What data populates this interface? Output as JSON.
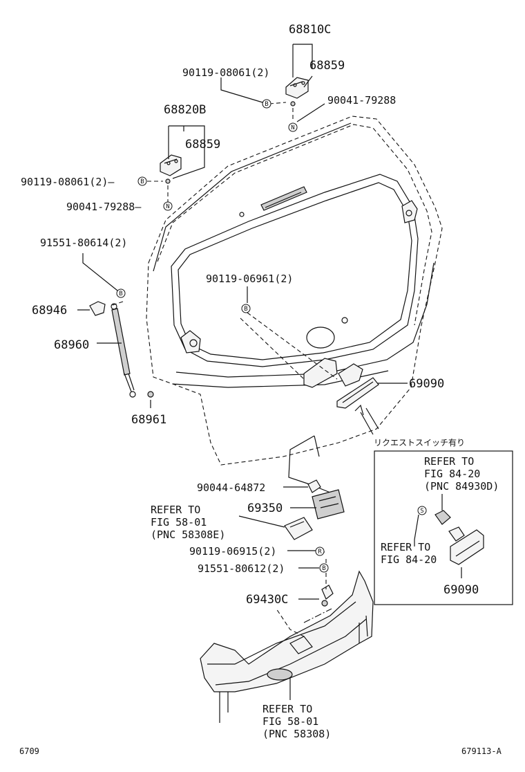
{
  "labels": {
    "p68810C": "68810C",
    "p68859a": "68859",
    "p90119_08061a": "90119-08061(2)",
    "p90041_79288a": "90041-79288",
    "p68820B": "68820B",
    "p68859b": "68859",
    "p90119_08061b": "90119-08061(2)—",
    "p90041_79288b": "90041-79288—",
    "p91551_80614": "91551-80614(2)",
    "p68946": "68946",
    "p68960": "68960",
    "p68961": "68961",
    "p90119_06961": "90119-06961(2)",
    "p69090a": "69090",
    "p90044_64872": "90044-64872",
    "p69350": "69350",
    "p90119_06915": "90119-06915(2)",
    "p91551_80612": "91551-80612(2)",
    "p69430C": "69430C",
    "p69090b": "69090"
  },
  "refs": {
    "ref1": [
      "REFER TO",
      "FIG 58-01",
      "(PNC 58308E)"
    ],
    "ref2": [
      "REFER TO",
      "FIG 84-20",
      "(PNC 84930D)"
    ],
    "ref3": [
      "REFER TO",
      "FIG 84-20"
    ],
    "ref4": [
      "REFER TO",
      "FIG 58-01",
      "(PNC 58308)"
    ]
  },
  "inset_title": "リクエストスイッチ有り",
  "symbols": {
    "B": "B",
    "N": "N",
    "R": "R",
    "S": "S"
  },
  "footer": {
    "left": "6709",
    "right": "679113-A"
  }
}
